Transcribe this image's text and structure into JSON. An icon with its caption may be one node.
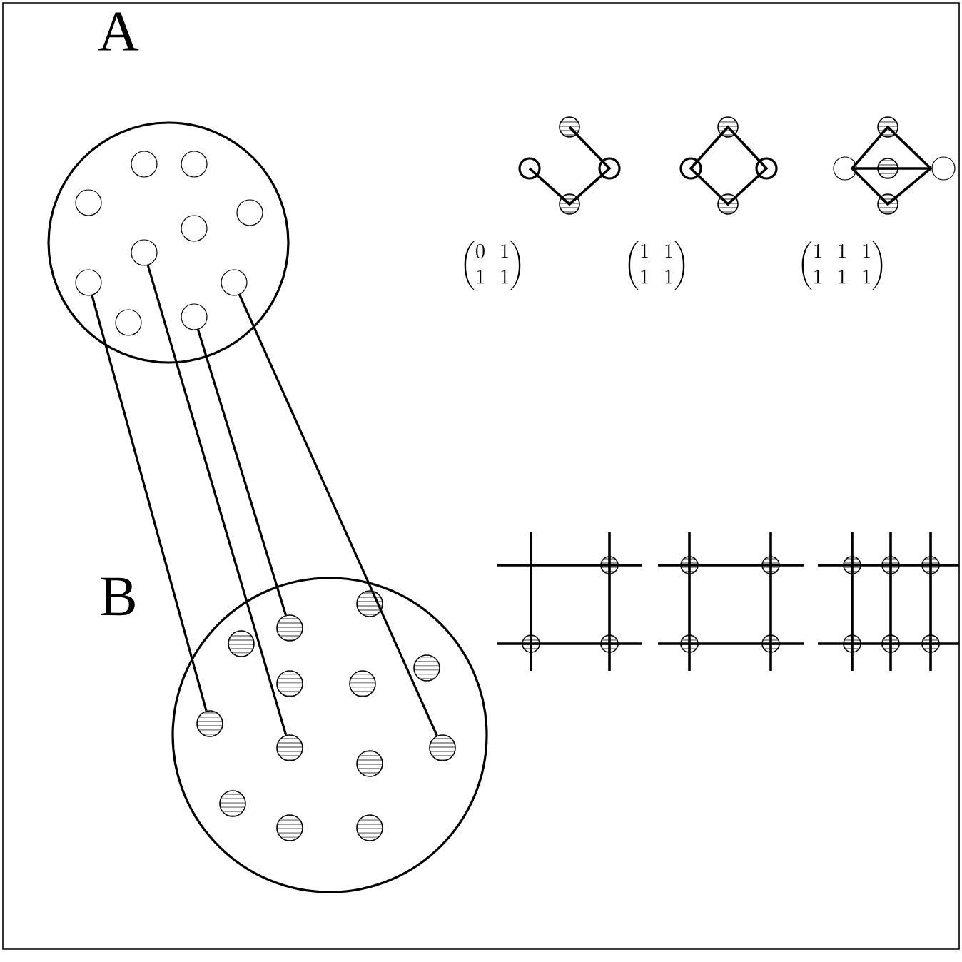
{
  "diagram": {
    "nodes": [
      {
        "text": [
          "A"
        ]
      },
      {
        "text": [],
        "shape": "circle",
        "in": 0
      },
      {
        "text": [],
        "shape": "circle",
        "in": 0
      },
      {
        "text": [],
        "shape": "circle",
        "in": 0
      },
      {
        "text": [],
        "shape": "circle",
        "in": 0
      },
      {
        "text": [],
        "shape": "circle",
        "in": 0
      },
      {
        "text": [],
        "shape": "circle",
        "in": 0
      },
      {
        "text": [],
        "shape": "circle",
        "in": 0
      },
      {
        "text": [],
        "shape": "circle",
        "in": 0
      },
      {
        "text": [],
        "shape": "circle",
        "in": 0
      },
      {
        "text": [],
        "shape": "circle",
        "in": 0
      },
      {
        "text": [
          "B"
        ]
      },
      {
        "text": [],
        "shape": "circle",
        "in": 11
      },
      {
        "text": [],
        "shape": "circle",
        "in": 11
      },
      {
        "text": [],
        "shape": "circle",
        "in": 11
      },
      {
        "text": [],
        "shape": "circle",
        "in": 11
      },
      {
        "text": [],
        "shape": "circle",
        "in": 11
      },
      {
        "text": [],
        "shape": "circle",
        "in": 11
      },
      {
        "text": [],
        "shape": "circle",
        "in": 11
      },
      {
        "text": [],
        "shape": "circle",
        "in": 11
      },
      {
        "text": [],
        "shape": "circle",
        "in": 11
      },
      {
        "text": [],
        "shape": "circle",
        "in": 11
      },
      {
        "text": [],
        "shape": "circle",
        "in": 11
      },
      {
        "text": [],
        "shape": "circle",
        "in": 11
      },
      {
        "text": [],
        "shape": "circle",
        "in": 11
      }
    ],
    "edges": [
      {
        "from": 7,
        "to": 18,
        "arrow": "none"
      },
      {
        "from": 6,
        "to": 19,
        "arrow": "none"
      },
      {
        "from": 10,
        "to": 13,
        "arrow": "none"
      },
      {
        "from": 8,
        "to": 20,
        "arrow": "none"
      }
    ],
    "labels": [
      "\\begin{pmatrix}0 & 1\\\\ 1 & 1\\end{pmatrix}",
      "\\begin{pmatrix}1 & 1\\\\ 1 & 1\\end{pmatrix}",
      "\\begin{pmatrix}1 & 1 & 1\\\\ 1 & 1 & 1\\end{pmatrix}"
    ]
  }
}
